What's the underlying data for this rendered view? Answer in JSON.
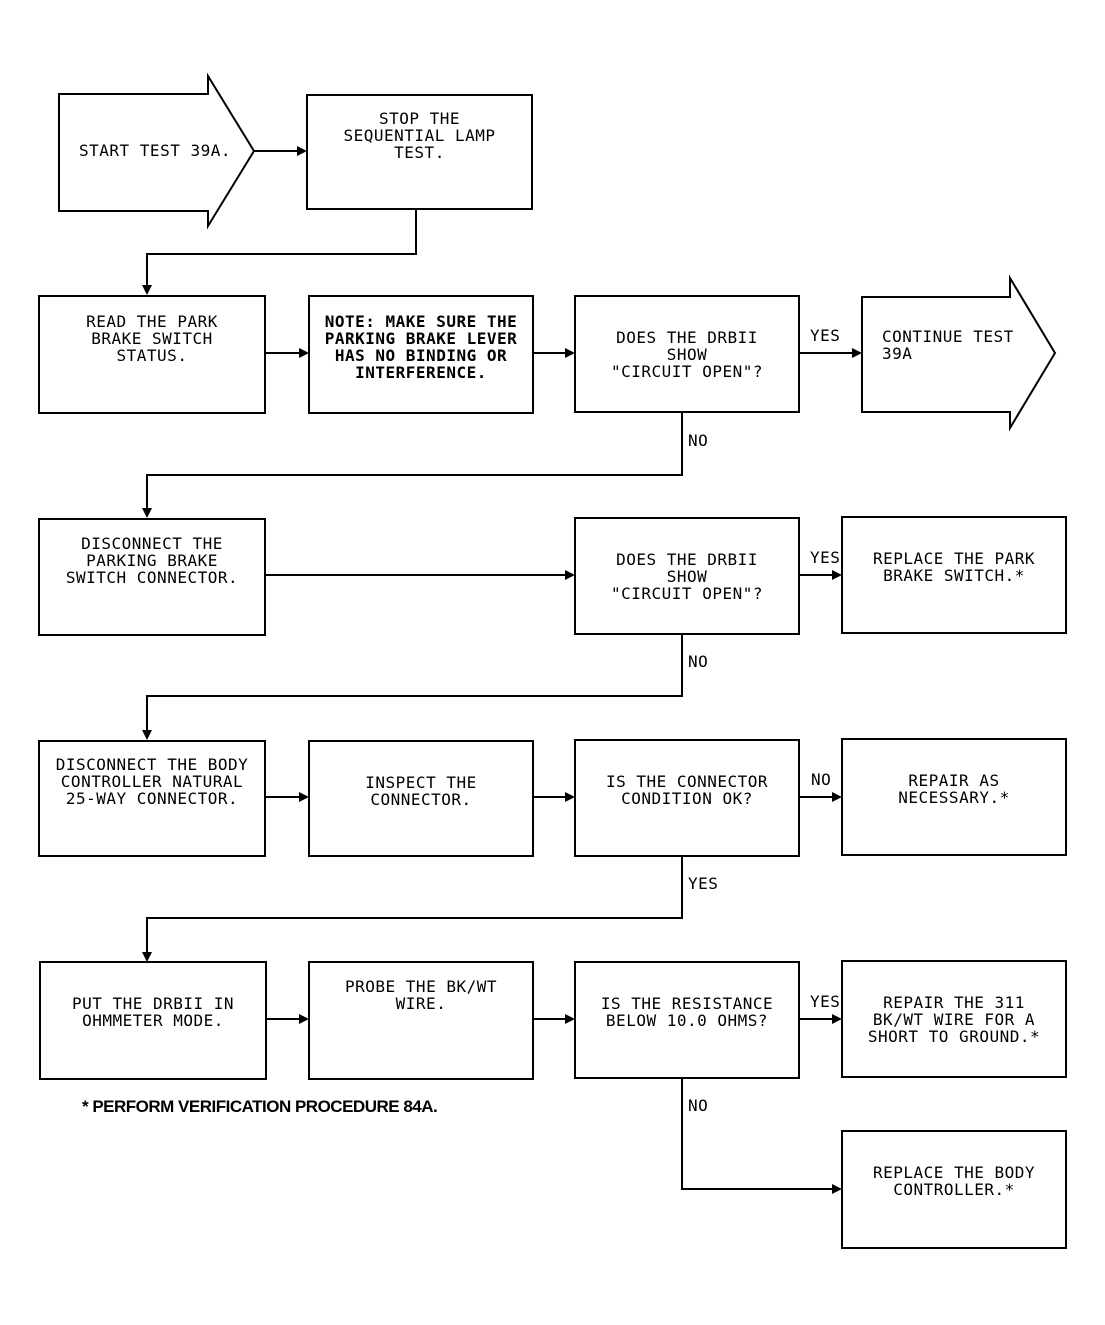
{
  "start": {
    "text": "START TEST 39A."
  },
  "continue": {
    "text": "CONTINUE TEST\n39A"
  },
  "boxes": {
    "stop_lamp_test": "STOP THE\nSEQUENTIAL LAMP\nTEST.",
    "read_park_brake": "READ THE PARK\nBRAKE SWITCH\nSTATUS.",
    "note_binding": "NOTE: MAKE SURE THE\nPARKING BRAKE LEVER\nHAS NO BINDING OR\nINTERFERENCE.",
    "q_circuit_open_1": "DOES THE DRBII\nSHOW\n\"CIRCUIT OPEN\"?",
    "disconnect_park_switch": "DISCONNECT THE\nPARKING BRAKE\nSWITCH CONNECTOR.",
    "q_circuit_open_2": "DOES THE DRBII\nSHOW\n\"CIRCUIT OPEN\"?",
    "replace_park_switch": "REPLACE THE PARK\nBRAKE SWITCH.*",
    "disconnect_body_controller": "DISCONNECT THE BODY\nCONTROLLER NATURAL\n25-WAY CONNECTOR.",
    "inspect_connector": "INSPECT THE\nCONNECTOR.",
    "q_connector_ok": "IS THE CONNECTOR\nCONDITION OK?",
    "repair_as_necessary": "REPAIR AS\nNECESSARY.*",
    "put_ohmmeter": "PUT THE DRBII IN\nOHMMETER MODE.",
    "probe_wire": "PROBE THE BK/WT\nWIRE.",
    "q_resistance": "IS THE RESISTANCE\nBELOW 10.0 OHMS?",
    "repair_short": "REPAIR THE 311\nBK/WT WIRE FOR A\nSHORT TO GROUND.*",
    "replace_body_controller": "REPLACE THE BODY\nCONTROLLER.*"
  },
  "labels": {
    "yes_1": "YES",
    "no_1": "NO",
    "yes_2": "YES",
    "no_2": "NO",
    "no_3": "NO",
    "yes_3": "YES",
    "yes_4": "YES",
    "no_4": "NO"
  },
  "footnote": "* PERFORM VERIFICATION PROCEDURE 84A."
}
